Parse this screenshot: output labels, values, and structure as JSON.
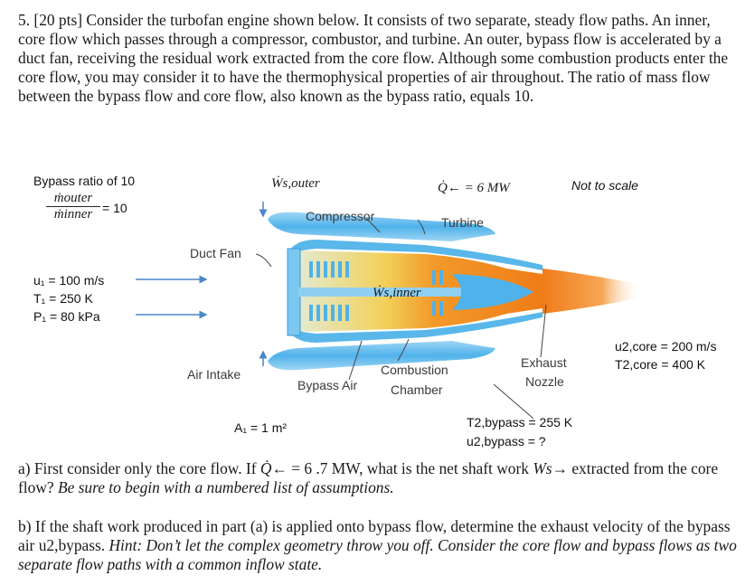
{
  "problem": {
    "number": "5.",
    "points": "[20 pts]",
    "intro": "Consider the turbofan engine shown below. It consists of two separate, steady flow paths. An inner, core flow which passes through a compressor, combustor, and turbine. An outer, bypass flow is accelerated by a duct fan, receiving the residual work extracted from the core flow. Although some combustion products enter the core flow, you may consider it to have the thermophysical properties of air throughout. The ratio of mass flow between the bypass flow and core flow, also known as the bypass ratio, equals 10."
  },
  "diagram": {
    "bypass_ratio_title": "Bypass ratio of 10",
    "ratio_numerator": "ṁouter",
    "ratio_denominator": "ṁinner",
    "ratio_value": "= 10",
    "w_outer": "Ẇs,outer",
    "q_label": "Q̇← = 6 MW",
    "not_to_scale": "Not to scale",
    "compressor": "Compressor",
    "turbine": "Turbine",
    "duct_fan": "Duct Fan",
    "u1": "u₁ = 100 m/s",
    "t1": "T₁ = 250 K",
    "p1": "P₁ = 80 kPa",
    "w_inner": "Ẇs,inner",
    "u2core": "u2,core = 200 m/s",
    "t2core": "T2,core = 400 K",
    "exhaust": "Exhaust",
    "nozzle": "Nozzle",
    "air_intake": "Air Intake",
    "combustion": "Combustion",
    "chamber": "Chamber",
    "bypass_air": "Bypass Air",
    "a1": "A₁ = 1 m²",
    "t2bypass": "T2,bypass = 255 K",
    "u2bypass": "u2,bypass = ?",
    "colors": {
      "casing": "#59b7ea",
      "core_hot": "#f28a1e",
      "core_cool": "#dbe3c0",
      "exhaust": "#f6a14a"
    }
  },
  "part_a": {
    "text_1": "a) First consider only the core flow. If",
    "q_sym": "Q̇←",
    "text_2": "= 6 .7 MW, what is the net shaft work",
    "w_sym": "Ws→",
    "text_3": "extracted from the core flow?",
    "instruction": "Be sure to begin with a numbered list of assumptions."
  },
  "part_b": {
    "text_1": "b) If the shaft work produced in part (a) is applied onto bypass flow, determine the exhaust velocity of the bypass air",
    "u_sym": "u2,bypass.",
    "hint": "Hint: Don’t let the complex geometry throw you off. Consider the core flow and bypass flows as two separate flow paths with a common inflow state."
  }
}
